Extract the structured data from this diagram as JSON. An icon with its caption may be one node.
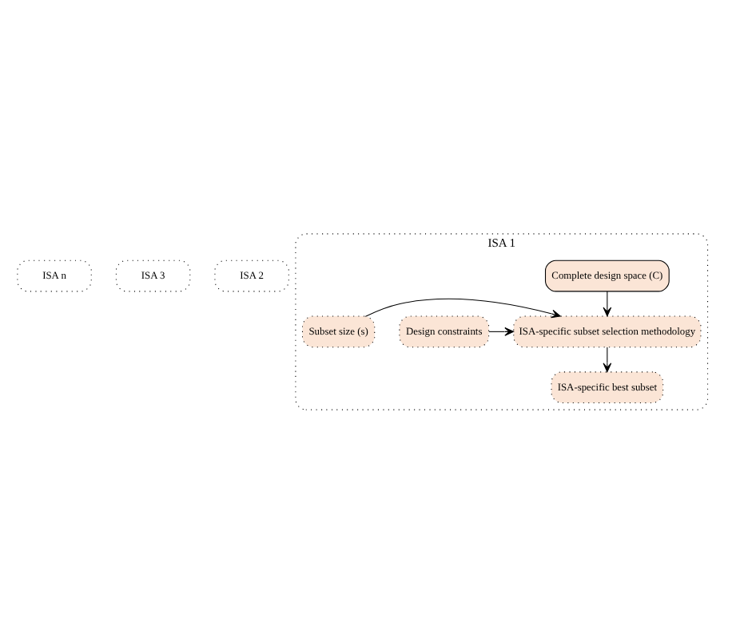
{
  "diagram": {
    "nodes": [
      {
        "text": [
          "ISA n"
        ]
      },
      {
        "text": [
          "ISA 3"
        ]
      },
      {
        "text": [
          "ISA 2"
        ]
      },
      {
        "text": [
          "ISA 1"
        ]
      },
      {
        "text": [
          "Complete design space (C)"
        ],
        "in": 3
      },
      {
        "text": [
          "Design constraints"
        ],
        "in": 3
      },
      {
        "text": [
          "ISA-specific subset selection methodology"
        ],
        "in": 3
      },
      {
        "text": [
          "Subset size (s)"
        ],
        "in": 3
      },
      {
        "text": [
          "ISA-specific best subset"
        ],
        "in": 3
      }
    ],
    "edges": [
      {
        "from": 4,
        "to": 6,
        "arrow": "to"
      },
      {
        "from": 5,
        "to": 6,
        "arrow": "to"
      },
      {
        "from": 7,
        "to": 6,
        "arrow": "to"
      },
      {
        "from": 6,
        "to": 8,
        "arrow": "to"
      }
    ]
  }
}
